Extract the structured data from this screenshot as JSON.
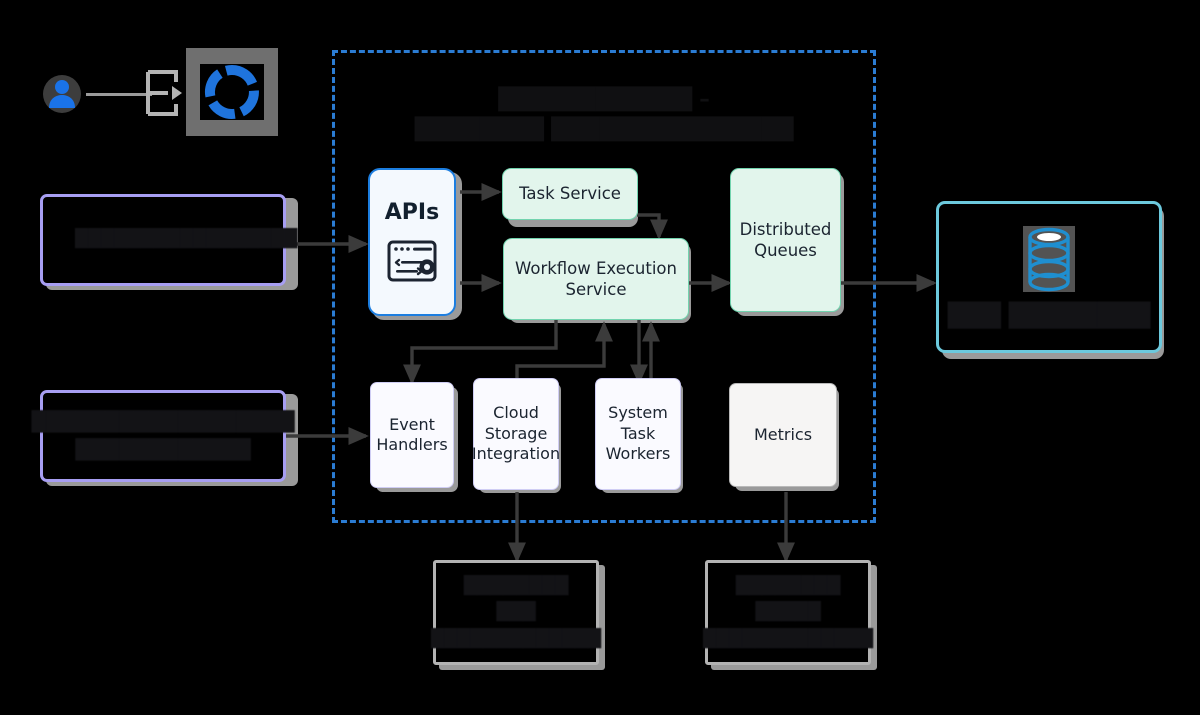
{
  "diagram": {
    "title_redacted": "████████████ –\n████████ ███████████████",
    "background": "#000000"
  },
  "colors": {
    "cluster_border": "#2b7cd3",
    "mint_fill": "#e2f5ec",
    "mint_border": "#72d3ae",
    "api_fill": "#f4f9fe",
    "api_border": "#1c7ee0",
    "lavender_border": "#cfcdf4",
    "lavender_box_border": "#a79ef2",
    "gray_border": "#b9b9b9",
    "cyan_border": "#6cc9dd",
    "arrow": "#3b3b3b",
    "shadow": "#9a9a9a",
    "user_icon": "#1a73e8",
    "logo": "#1f74dd",
    "hammer_icon": "#6b2fd6",
    "database_icon": "#1f8fd0"
  },
  "actors": {
    "user": {
      "icon": "user-icon",
      "label": ""
    },
    "logo": {
      "icon": "brand-ring-logo",
      "label": ""
    }
  },
  "left_panels": [
    {
      "id": "tools-panel",
      "icon": "hammer-tool-icon",
      "label_redacted": "█████████████████",
      "border": "#a79ef2"
    },
    {
      "id": "integrations-panel",
      "icon": "",
      "label_redacted": "██████████████████\n████████████",
      "border": "#a79ef2"
    }
  ],
  "cluster_nodes": {
    "apis": {
      "label": "APIs",
      "icon": "api-window-gear-icon",
      "variant": "api"
    },
    "task_service": {
      "label": "Task Service",
      "variant": "mint"
    },
    "workflow_execution_service": {
      "label": "Workflow Execution\nService",
      "variant": "mint"
    },
    "distributed_queues": {
      "label": "Distributed\nQueues",
      "variant": "mint"
    },
    "event_handlers": {
      "label": "Event\nHandlers",
      "variant": "lavender"
    },
    "cloud_storage_integration": {
      "label": "Cloud\nStorage\nIntegration",
      "variant": "lavender"
    },
    "system_task_workers": {
      "label": "System\nTask\nWorkers",
      "variant": "lavender"
    },
    "metrics": {
      "label": "Metrics",
      "variant": "gray"
    }
  },
  "right_panel": {
    "id": "datastore-panel",
    "icon": "database-stack-icon",
    "label_redacted": "███ ████████",
    "border": "#6cc9dd"
  },
  "bottom_panels": [
    {
      "id": "external-integration-left",
      "label_redacted": "████████\n███\n█████████████"
    },
    {
      "id": "external-integration-right",
      "label_redacted": "████████\n█████\n█████████████"
    }
  ]
}
